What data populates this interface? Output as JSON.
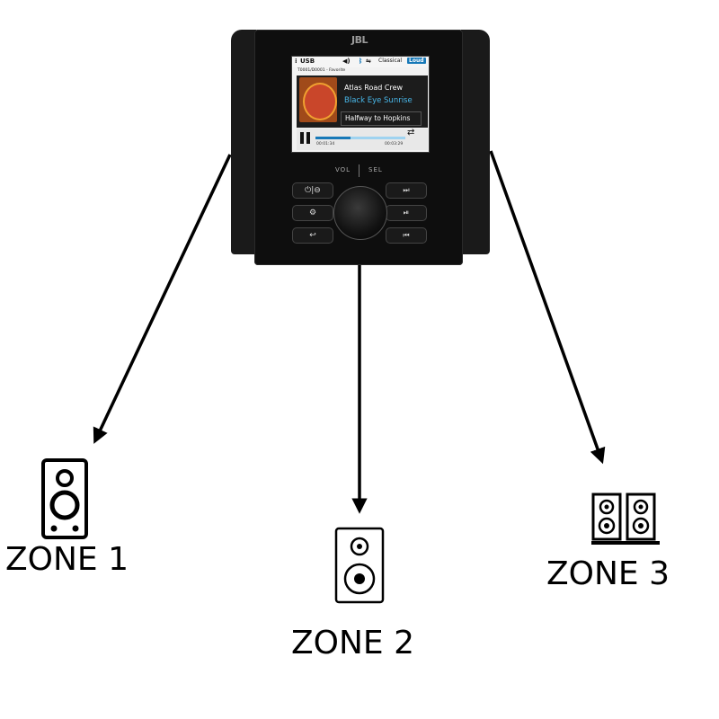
{
  "device": {
    "logo": "JBL",
    "screen": {
      "source": "USB",
      "genre": "Classical",
      "loud_badge": "Loud",
      "track_info": "T0001/D0001 - Favorite",
      "artist": "Atlas Road Crew",
      "song": "Black Eye Sunrise",
      "album": "Halfway to Hopkins",
      "elapsed": "00:01:34",
      "total": "00:03:29",
      "progress": 0.39
    },
    "vol_label": "VOL",
    "sel_label": "SEL",
    "buttons": {
      "power_mute": "⏻|⊖",
      "settings": "⚙",
      "back": "↩",
      "next": "⏭",
      "play_pause": "⏯",
      "prev": "⏮"
    }
  },
  "zones": [
    {
      "label": "ZONE 1",
      "icon": "tower-speaker-icon"
    },
    {
      "label": "ZONE 2",
      "icon": "speaker-icon"
    },
    {
      "label": "ZONE 3",
      "icon": "double-speaker-icon"
    }
  ]
}
